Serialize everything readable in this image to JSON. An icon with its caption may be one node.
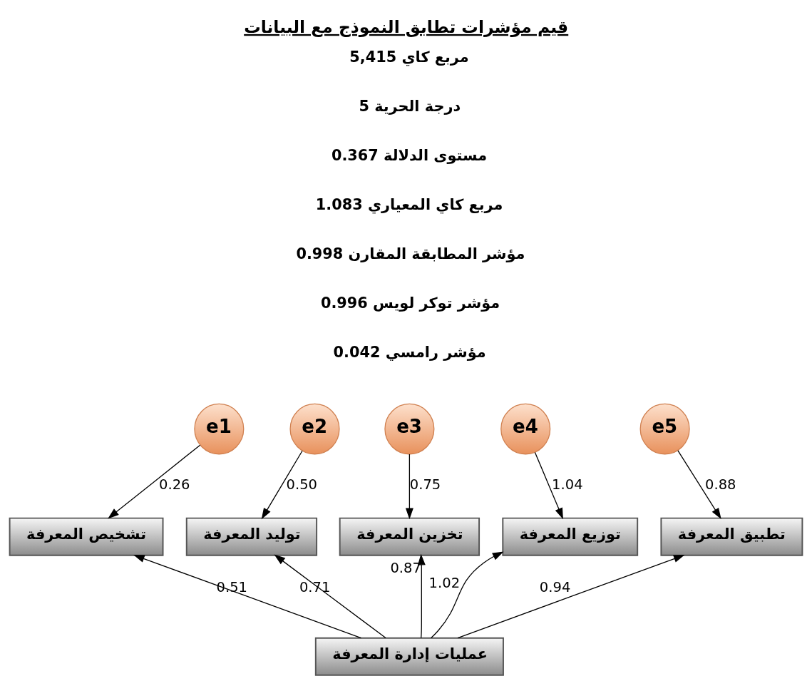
{
  "diagram": {
    "title": "قيم مؤشرات تطابق النموذج مع البيانات",
    "nodes": [
      {
        "text": [
          "e1"
        ]
      },
      {
        "text": [
          "e2"
        ]
      },
      {
        "text": [
          "e3"
        ]
      },
      {
        "text": [
          "e4"
        ]
      },
      {
        "text": [
          "e5"
        ]
      },
      {
        "text": [
          "تشخيص المعرفة"
        ]
      },
      {
        "text": [
          "توليد المعرفة"
        ]
      },
      {
        "text": [
          "تخزين المعرفة"
        ]
      },
      {
        "text": [
          "توزيع المعرفة"
        ]
      },
      {
        "text": [
          "تطبيق المعرفة"
        ]
      },
      {
        "text": [
          "عمليات إدارة المعرفة"
        ]
      }
    ],
    "edges": [
      {
        "from": 0,
        "to": 5,
        "arrow": "to",
        "label": "0.26"
      },
      {
        "from": 1,
        "to": 6,
        "arrow": "to",
        "label": "0.50"
      },
      {
        "from": 2,
        "to": 7,
        "arrow": "to",
        "label": "0.75"
      },
      {
        "from": 3,
        "to": 8,
        "arrow": "to",
        "label": "1.04"
      },
      {
        "from": 4,
        "to": 9,
        "arrow": "to",
        "label": "0.88"
      },
      {
        "from": 10,
        "to": 5,
        "arrow": "to",
        "label": "0.51"
      },
      {
        "from": 10,
        "to": 6,
        "arrow": "to",
        "label": "0.71"
      },
      {
        "from": 10,
        "to": 7,
        "arrow": "to",
        "label": "0.87"
      },
      {
        "from": 10,
        "to": 8,
        "arrow": "to",
        "label": "1.02"
      },
      {
        "from": 10,
        "to": 9,
        "arrow": "to",
        "label": "0.94"
      }
    ],
    "labels": [
      "مربع كاي 5,415",
      "درجة الحرية 5",
      "مستوى الدلالة 0.367",
      "مربع كاي المعياري 1.083",
      "مؤشر المطابقة المقارن 0.998",
      "مؤشر توكر لويس 0.996",
      "مؤشر رامسي 0.042"
    ]
  }
}
